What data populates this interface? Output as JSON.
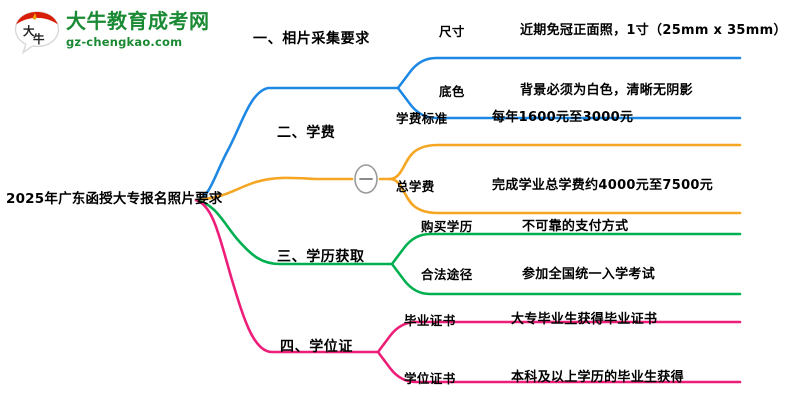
{
  "logo": {
    "mark_icon": "bull-speech-bubble-icon",
    "name_cn": "大牛教育成考网",
    "name_en": "gz-chengkao.com"
  },
  "mindmap": {
    "root": {
      "label": "2025年广东函授大专报名照片要求"
    },
    "branches": [
      {
        "label": "一、相片采集要求",
        "color": "#1E88E5",
        "collapsible": false,
        "children": [
          {
            "label": "尺寸",
            "value": "近期免冠正面照，1寸（25mm x 35mm）"
          },
          {
            "label": "底色",
            "value": "背景必须为白色，清晰无阴影"
          }
        ]
      },
      {
        "label": "二、学费",
        "color": "#F5A623",
        "collapsible": true,
        "toggle_icon": "minus-circle-icon",
        "toggle_state": "expanded",
        "children": [
          {
            "label": "学费标准",
            "value": "每年1600元至3000元"
          },
          {
            "label": "总学费",
            "value": "完成学业总学费约4000元至7500元"
          }
        ]
      },
      {
        "label": "三、学历获取",
        "color": "#00B050",
        "collapsible": false,
        "children": [
          {
            "label": "购买学历",
            "value": "不可靠的支付方式"
          },
          {
            "label": "合法途径",
            "value": "参加全国统一入学考试"
          }
        ]
      },
      {
        "label": "四、学位证",
        "color": "#ED1E79",
        "collapsible": false,
        "children": [
          {
            "label": "毕业证书",
            "value": "大专毕业生获得毕业证书"
          },
          {
            "label": "学位证书",
            "value": "本科及以上学历的毕业生获得"
          }
        ]
      }
    ]
  }
}
